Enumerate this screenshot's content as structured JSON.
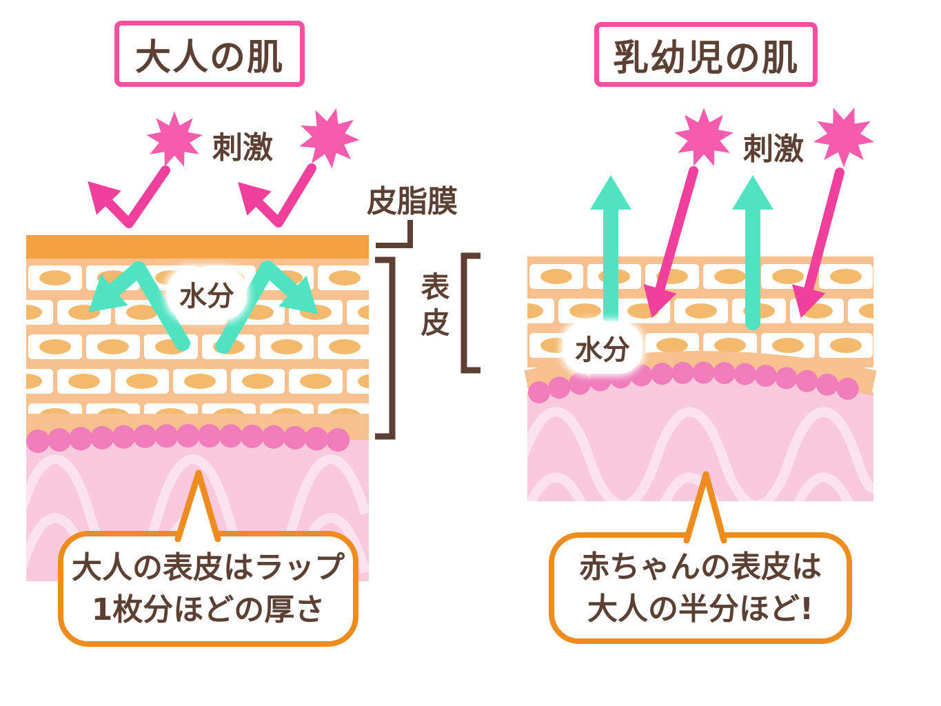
{
  "left": {
    "title": "大人の肌",
    "stimulus": "刺激",
    "moisture": "水分",
    "bubble_line1": "大人の表皮はラップ",
    "bubble_line2": "1枚分ほどの厚さ"
  },
  "right": {
    "title": "乳幼児の肌",
    "stimulus": "刺激",
    "moisture": "水分",
    "bubble_line1": "赤ちゃんの表皮は",
    "bubble_line2": "大人の半分ほど!"
  },
  "labels": {
    "sebum_film": "皮脂膜",
    "epidermis": "表皮"
  },
  "colors": {
    "title_border_pink": "#FA4FA0",
    "starburst_pink": "#F55CAD",
    "arrow_pink": "#F0409B",
    "moisture_teal": "#50E3C2",
    "sebum_orange": "#F4A142",
    "mortar_orange": "#F6C18F",
    "cell_oval_orange": "#F3BA6E",
    "basal_dot_pink": "#F07CBC",
    "dermis_pink": "#F9CADD",
    "bubble_border_orange": "#EE8C1E",
    "text_brown": "#5C4033"
  }
}
